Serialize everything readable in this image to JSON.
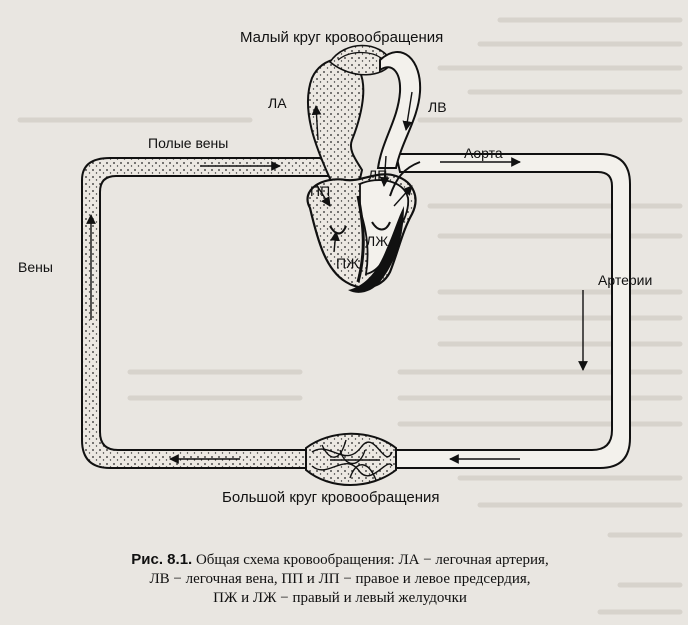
{
  "diagram": {
    "top_title": "Малый круг кровообращения",
    "bottom_title": "Большой круг кровообращения",
    "labels": {
      "la": "ЛА",
      "lv": "ЛВ",
      "hollow_veins": "Полые вены",
      "aorta": "Аорта",
      "veins": "Вены",
      "arteries": "Артерии",
      "pp": "ПП",
      "lp": "ЛП",
      "pzh": "ПЖ",
      "lzh": "ЛЖ"
    }
  },
  "caption": {
    "figure_number": "Рис. 8.1.",
    "line1": "Общая схема кровообращения: ЛА − легочная артерия,",
    "line2": "ЛВ − легочная вена, ПП и ЛП − правое и левое предсердия,",
    "line3": "ПЖ и ЛЖ − правый и левый желудочки"
  }
}
